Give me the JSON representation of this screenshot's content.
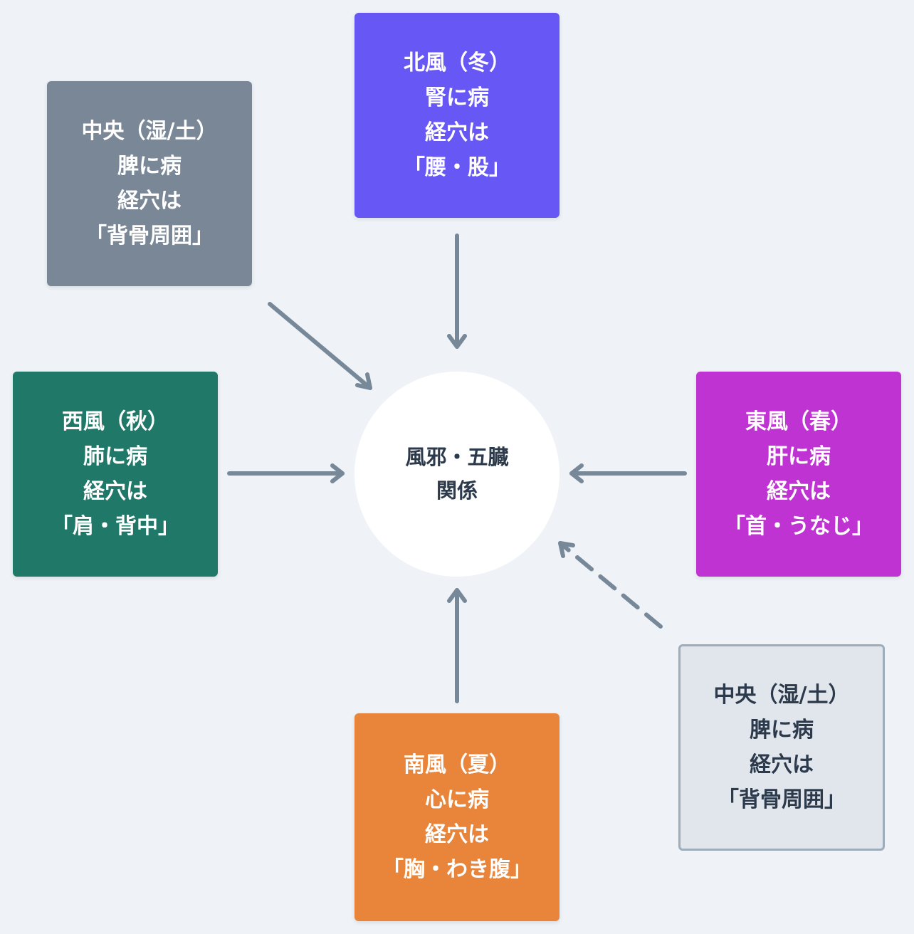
{
  "colors": {
    "background": "#eff3f7",
    "north": "#6757f5",
    "center_top": "#7a8797",
    "west": "#207868",
    "east": "#bf33d2",
    "south": "#e8853a",
    "center_bottom": "#e1e6ed",
    "hub": "#ffffff",
    "arrow": "#778899"
  },
  "hub": {
    "lines": [
      "風邪・五臓",
      "関係"
    ]
  },
  "nodes": {
    "north": {
      "lines": [
        "北風（冬）",
        "腎に病",
        "経穴は",
        "「腰・股」"
      ]
    },
    "center_top": {
      "lines": [
        "中央（湿/土）",
        "脾に病",
        "経穴は",
        "「背骨周囲」"
      ]
    },
    "west": {
      "lines": [
        "西風（秋）",
        "肺に病",
        "経穴は",
        "「肩・背中」"
      ]
    },
    "east": {
      "lines": [
        "東風（春）",
        "肝に病",
        "経穴は",
        "「首・うなじ」"
      ]
    },
    "south": {
      "lines": [
        "南風（夏）",
        "心に病",
        "経穴は",
        "「胸・わき腹」"
      ]
    },
    "center_bottom": {
      "lines": [
        "中央（湿/土）",
        "脾に病",
        "経穴は",
        "「背骨周囲」"
      ]
    }
  },
  "edges": [
    {
      "from": "north",
      "to": "hub",
      "style": "solid"
    },
    {
      "from": "center_top",
      "to": "hub",
      "style": "solid"
    },
    {
      "from": "west",
      "to": "hub",
      "style": "solid"
    },
    {
      "from": "east",
      "to": "hub",
      "style": "solid"
    },
    {
      "from": "south",
      "to": "hub",
      "style": "solid"
    },
    {
      "from": "center_bottom",
      "to": "hub",
      "style": "dashed"
    }
  ]
}
